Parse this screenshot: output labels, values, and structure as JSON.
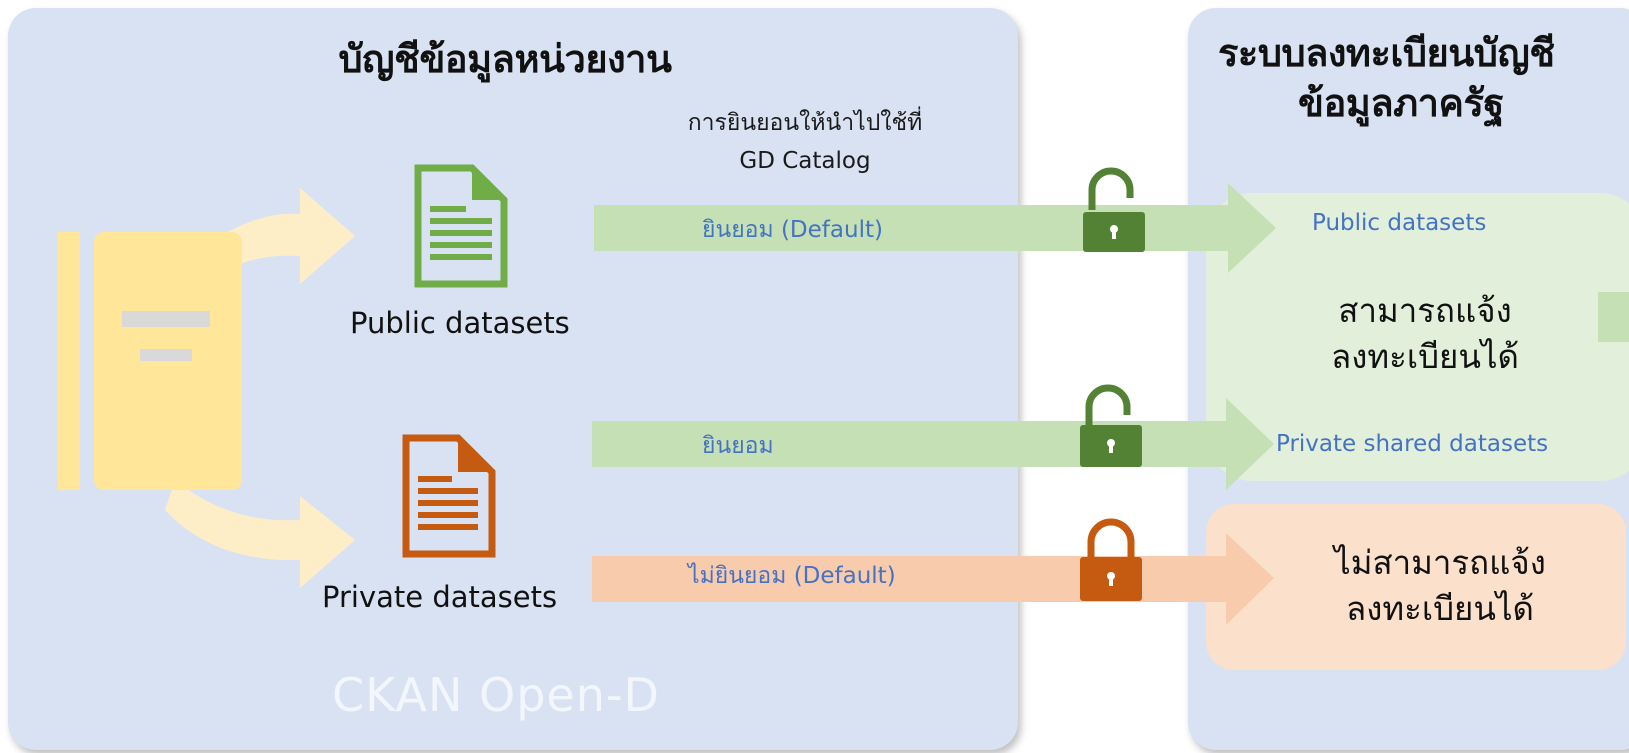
{
  "left_panel": {
    "title": "บัญชีข้อมูลหน่วยงาน",
    "consent_caption_line1": "การยินยอนให้นำไปใช้ที่",
    "consent_caption_line2": "GD Catalog",
    "public_label": "Public datasets",
    "private_label": "Private datasets",
    "arrows": [
      {
        "label": "ยินยอม (Default)",
        "color": "#c5e0b4",
        "lock": "open",
        "lock_color": "#548235"
      },
      {
        "label": "ยินยอม",
        "color": "#c5e0b4",
        "lock": "open",
        "lock_color": "#548235"
      },
      {
        "label": "ไม่ยินยอม (Default)",
        "color": "#f8cbad",
        "lock": "closed",
        "lock_color": "#c55a11"
      }
    ],
    "logo_text_1": "CKAN",
    "logo_text_2": "Open-D"
  },
  "right_panel": {
    "title_line1": "ระบบลงทะเบียนบัญชี",
    "title_line2": "ข้อมูลภาครัฐ",
    "public_datasets": "Public datasets",
    "private_shared_datasets": "Private shared datasets",
    "can_register_line1": "สามารถแจ้ง",
    "can_register_line2": "ลงทะเบียนได้",
    "cannot_register_line1": "ไม่สามารถแจ้ง",
    "cannot_register_line2": "ลงทะเบียนได้"
  },
  "colors": {
    "panel_bg": "#d9e2f3",
    "green_arrow": "#c5e0b4",
    "orange_arrow": "#f8cbad",
    "green_doc": "#70ad47",
    "orange_doc": "#c55a11",
    "folder": "#ffe699",
    "text_blue": "#4472c4"
  },
  "icons": [
    "folder-icon",
    "public-document-icon",
    "private-document-icon",
    "open-lock-icon",
    "closed-lock-icon"
  ]
}
